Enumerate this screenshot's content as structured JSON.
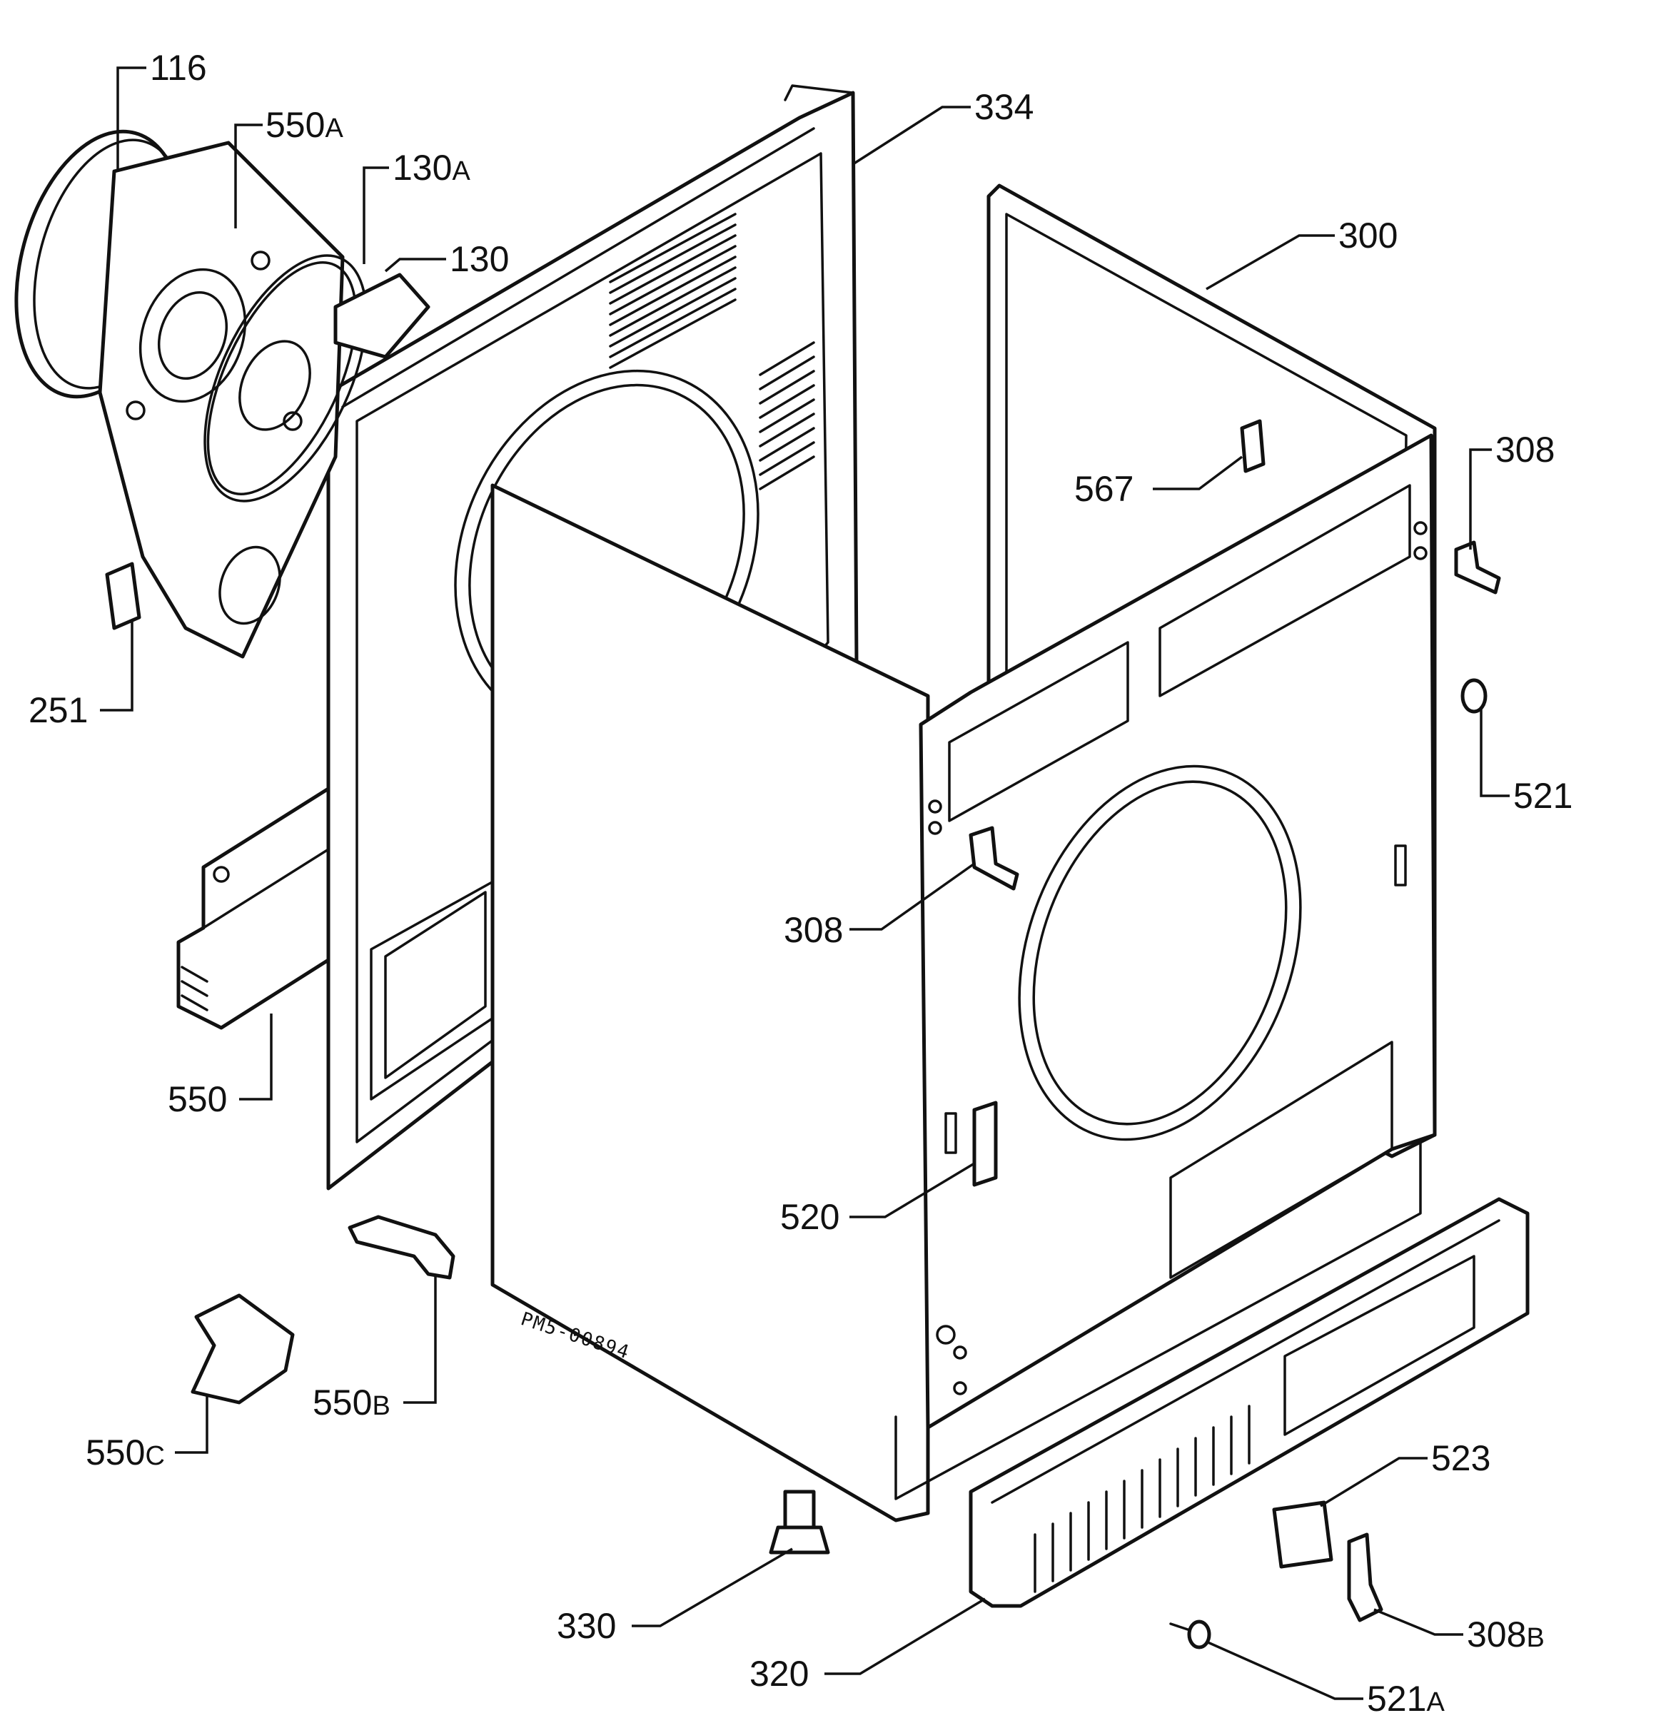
{
  "diagram_code": "PM5-00894",
  "labels": {
    "l116": {
      "num": "116",
      "suffix": ""
    },
    "l550a": {
      "num": "550",
      "suffix": "A"
    },
    "l130a": {
      "num": "130",
      "suffix": "A"
    },
    "l130": {
      "num": "130",
      "suffix": ""
    },
    "l334": {
      "num": "334",
      "suffix": ""
    },
    "l300": {
      "num": "300",
      "suffix": ""
    },
    "l308_right": {
      "num": "308",
      "suffix": ""
    },
    "l567": {
      "num": "567",
      "suffix": ""
    },
    "l251": {
      "num": "251",
      "suffix": ""
    },
    "l521": {
      "num": "521",
      "suffix": ""
    },
    "l308_mid": {
      "num": "308",
      "suffix": ""
    },
    "l550": {
      "num": "550",
      "suffix": ""
    },
    "l520": {
      "num": "520",
      "suffix": ""
    },
    "l550b": {
      "num": "550",
      "suffix": "B"
    },
    "l550c": {
      "num": "550",
      "suffix": "C"
    },
    "l523": {
      "num": "523",
      "suffix": ""
    },
    "l330": {
      "num": "330",
      "suffix": ""
    },
    "l308b": {
      "num": "308",
      "suffix": "B"
    },
    "l320": {
      "num": "320",
      "suffix": ""
    },
    "l521a": {
      "num": "521",
      "suffix": "A"
    }
  }
}
